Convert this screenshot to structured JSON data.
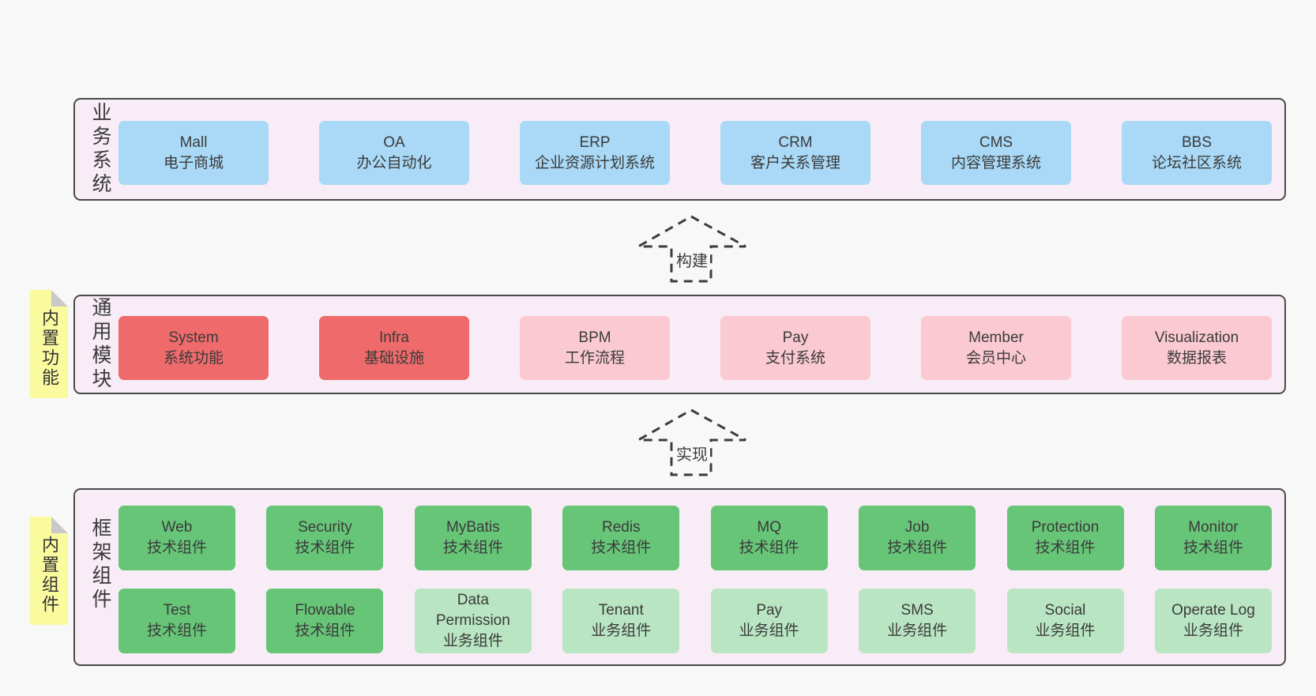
{
  "colors": {
    "page_background": "#f8f8f8",
    "layer_background": "#f8edf6",
    "layer_border": "#4a4a4a",
    "business_box": "#a9d9f6",
    "core_module_box": "#ee6a6b",
    "optional_module_box": "#fac9d2",
    "tech_component_box": "#67c578",
    "biz_component_box": "#b9e5c2",
    "sticky_note": "#fafa9e",
    "sticky_note_fold": "#c9c9c9",
    "arrow_stroke": "#3c3c3c"
  },
  "arrows": {
    "build": {
      "label": "构建"
    },
    "implement": {
      "label": "实现"
    }
  },
  "layers": {
    "business": {
      "side_label": "业务系统",
      "boxes": [
        {
          "name": "Mall",
          "desc": "电子商城"
        },
        {
          "name": "OA",
          "desc": "办公自动化"
        },
        {
          "name": "ERP",
          "desc": "企业资源计划系统"
        },
        {
          "name": "CRM",
          "desc": "客户关系管理"
        },
        {
          "name": "CMS",
          "desc": "内容管理系统"
        },
        {
          "name": "BBS",
          "desc": "论坛社区系统"
        }
      ]
    },
    "modules": {
      "side_label": "通用模块",
      "sticky_note": "内置功能",
      "boxes": [
        {
          "name": "System",
          "desc": "系统功能",
          "variant": "red"
        },
        {
          "name": "Infra",
          "desc": "基础设施",
          "variant": "red"
        },
        {
          "name": "BPM",
          "desc": "工作流程",
          "variant": "pink"
        },
        {
          "name": "Pay",
          "desc": "支付系统",
          "variant": "pink"
        },
        {
          "name": "Member",
          "desc": "会员中心",
          "variant": "pink"
        },
        {
          "name": "Visualization",
          "desc": "数据报表",
          "variant": "pink"
        }
      ]
    },
    "components": {
      "side_label": "框架组件",
      "sticky_note": "内置组件",
      "row1": [
        {
          "name": "Web",
          "desc": "技术组件",
          "variant": "green"
        },
        {
          "name": "Security",
          "desc": "技术组件",
          "variant": "green"
        },
        {
          "name": "MyBatis",
          "desc": "技术组件",
          "variant": "green"
        },
        {
          "name": "Redis",
          "desc": "技术组件",
          "variant": "green"
        },
        {
          "name": "MQ",
          "desc": "技术组件",
          "variant": "green"
        },
        {
          "name": "Job",
          "desc": "技术组件",
          "variant": "green"
        },
        {
          "name": "Protection",
          "desc": "技术组件",
          "variant": "green"
        },
        {
          "name": "Monitor",
          "desc": "技术组件",
          "variant": "green"
        }
      ],
      "row2": [
        {
          "name": "Test",
          "desc": "技术组件",
          "variant": "green"
        },
        {
          "name": "Flowable",
          "desc": "技术组件",
          "variant": "green"
        },
        {
          "name": "Data Permission",
          "desc": "业务组件",
          "variant": "lgreen"
        },
        {
          "name": "Tenant",
          "desc": "业务组件",
          "variant": "lgreen"
        },
        {
          "name": "Pay",
          "desc": "业务组件",
          "variant": "lgreen"
        },
        {
          "name": "SMS",
          "desc": "业务组件",
          "variant": "lgreen"
        },
        {
          "name": "Social",
          "desc": "业务组件",
          "variant": "lgreen"
        },
        {
          "name": "Operate Log",
          "desc": "业务组件",
          "variant": "lgreen"
        }
      ]
    }
  }
}
